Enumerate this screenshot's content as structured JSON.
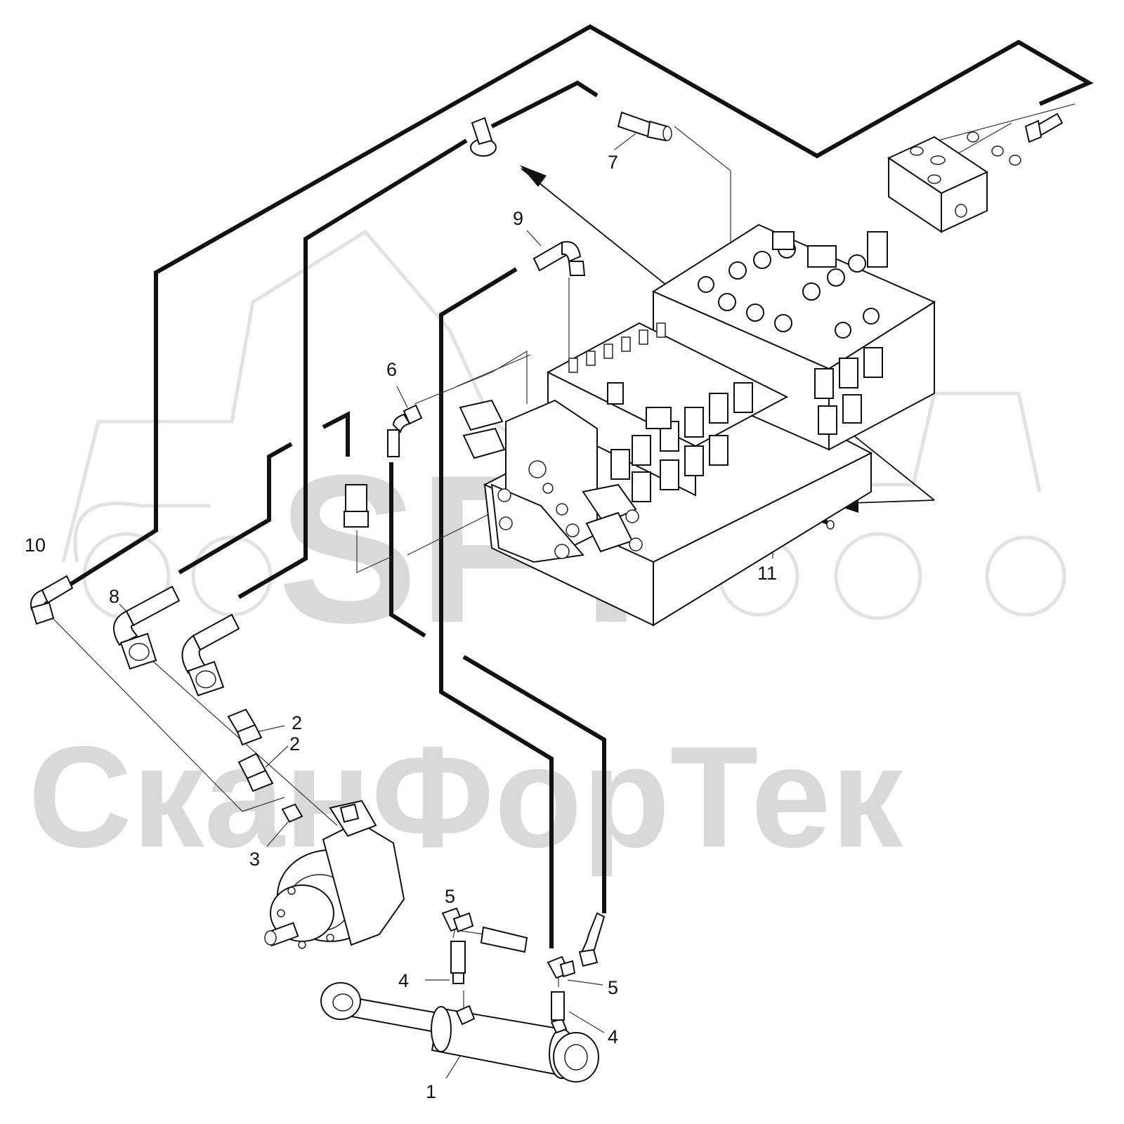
{
  "diagram": {
    "type": "exploded hydraulic parts diagram",
    "callouts": [
      "1",
      "2",
      "2",
      "3",
      "4",
      "4",
      "5",
      "5",
      "6",
      "7",
      "8",
      "9",
      "10",
      "11"
    ]
  },
  "watermark": {
    "logo_text": "SFT",
    "brand_text": "СканФорТек",
    "color": "#d9d9d9"
  },
  "colors": {
    "line": "#111111",
    "background": "#ffffff"
  }
}
